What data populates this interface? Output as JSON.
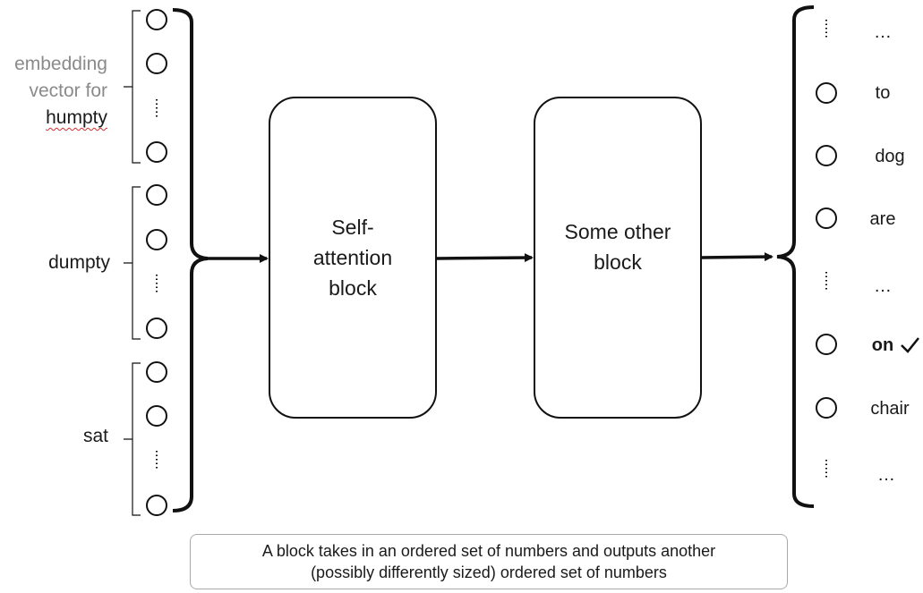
{
  "inputs": {
    "word1": {
      "line1": "embedding",
      "line2": "vector for",
      "line3": "humpty"
    },
    "word2": "dumpty",
    "word3": "sat"
  },
  "blocks": {
    "self_attention": {
      "line1": "Self-",
      "line2": "attention",
      "line3": "block"
    },
    "other": {
      "line1": "Some other",
      "line2": "block"
    }
  },
  "outputs": {
    "items": [
      "…",
      "to",
      "dog",
      "are",
      "…",
      "on",
      "chair",
      "…"
    ],
    "selected_index": 5,
    "check_icon": "checkmark-icon"
  },
  "caption": {
    "line1": "A block takes in an ordered set of numbers and outputs another",
    "line2": "(possibly differently sized) ordered set of numbers"
  },
  "colors": {
    "stroke": "#111111",
    "muted_text": "#8a8a8a",
    "spellcheck_underline": "#d03030"
  }
}
